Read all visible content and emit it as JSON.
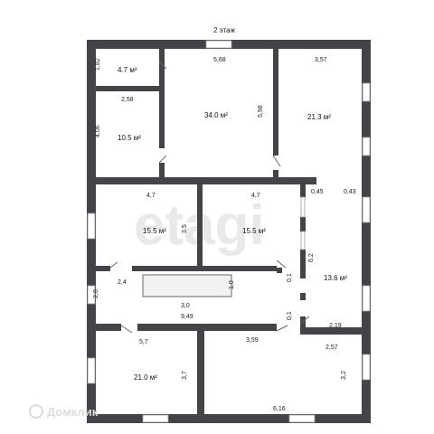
{
  "floor_title": "2 этаж",
  "watermark": "etagi",
  "brand_label": "Домклик",
  "rooms": {
    "r_47": {
      "area": "4.7 м²",
      "d1": "1,82"
    },
    "r_105": {
      "area": "10.5 м²",
      "d1": "2,58",
      "d2": "4,06"
    },
    "r_340": {
      "area": "34.0 м²",
      "d1": "5,68",
      "d2": "5,98"
    },
    "r_213": {
      "area": "21.3 м²",
      "d1": "3,57"
    },
    "r_155a": {
      "area": "15.5 м²",
      "d1": "4,7",
      "d2": "3,5"
    },
    "r_155b": {
      "area": "15.5 м²",
      "d1": "4,7"
    },
    "r_136": {
      "area": "13.6 м²",
      "d1": "0,45",
      "d2": "0,43",
      "d3": "6,2",
      "d4": "0,1",
      "d5": "0,1",
      "d6": "2,19"
    },
    "hall": {
      "d1": "2,4",
      "d2": "2,0",
      "d3": "3,0",
      "d4": "1,0",
      "d5": "9,49"
    },
    "r_210": {
      "area": "21.0 м²",
      "d1": "5,7",
      "d2": "3,7"
    },
    "r_big": {
      "d1": "3,59",
      "d2": "2,57",
      "d3": "3,2",
      "d4": "6,16"
    }
  }
}
